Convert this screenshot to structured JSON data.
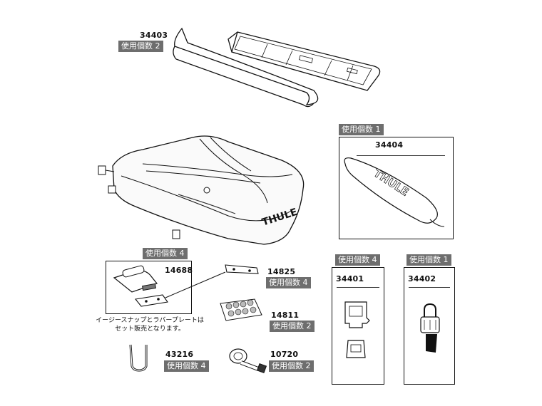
{
  "parts": {
    "p34403": {
      "number": "34403",
      "qty": "使用個数 2"
    },
    "p34404": {
      "number": "34404",
      "qty": "使用個数 1"
    },
    "p14688": {
      "number": "14688",
      "qty": "使用個数 4"
    },
    "p14825": {
      "number": "14825",
      "qty": "使用個数 4"
    },
    "p14811": {
      "number": "14811",
      "qty": "使用個数 2"
    },
    "p43216": {
      "number": "43216",
      "qty": "使用個数 4"
    },
    "p10720": {
      "number": "10720",
      "qty": "使用個数 2"
    },
    "p34401": {
      "number": "34401",
      "qty": "使用個数 4"
    },
    "p34402": {
      "number": "34402",
      "qty": "使用個数 1"
    }
  },
  "note": {
    "line1": "イージースナップとラバープレートは",
    "line2": "セット販売となります。"
  },
  "logos": {
    "bag": "THULE",
    "cover": "THULE"
  }
}
